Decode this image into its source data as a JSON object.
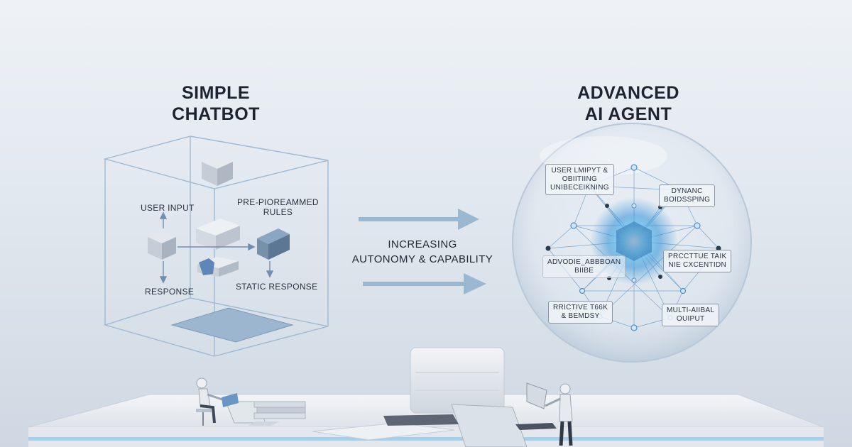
{
  "left": {
    "title_line1": "SIMPLE",
    "title_line2": "CHATBOT",
    "labels": {
      "user_input": "USER INPUT",
      "rules_line1": "PRE-PIOREAMMED",
      "rules_line2": "RULES",
      "response": "RESPONSE",
      "static_response": "STATIC RESPONSE"
    }
  },
  "center": {
    "line1": "INCREASING",
    "line2": "AUTONOMY & CAPABILITY"
  },
  "right": {
    "title_line1": "ADVANCED",
    "title_line2": "AI AGENT",
    "nodes": [
      {
        "line1": "USER LMIPYT &",
        "line2": "OBIITIING",
        "line3": "UNIBECEIKNING"
      },
      {
        "line1": "DYNANC",
        "line2": "BOIDSSPING"
      },
      {
        "line1": "ADVODIE_ABBBOAN",
        "line2": "BIIBE"
      },
      {
        "line1": "PRCCTTUE TAIK",
        "line2": "NIE CXCENTIDN"
      },
      {
        "line1": "RRICTIVE T66K",
        "line2": "& BEMDSY"
      },
      {
        "line1": "MULTI-AIIBAL",
        "line2": "OUIPUT"
      }
    ]
  },
  "colors": {
    "accent_blue": "#8fb0cc",
    "arrow_blue": "#9bb8d2",
    "glow": "#4fc3f7",
    "title_text": "#1d2430"
  }
}
